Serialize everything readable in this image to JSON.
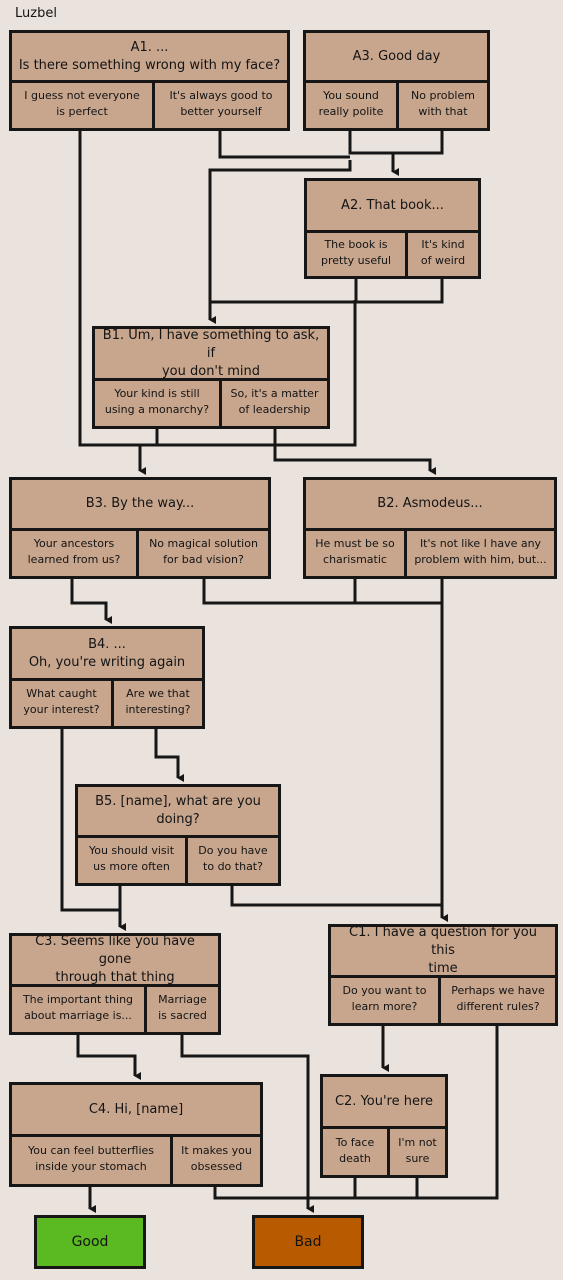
{
  "title": "Luzbel",
  "nodes": {
    "a1": {
      "q": "A1. ...\nIs there something wrong with my face?",
      "o1": "I guess not everyone\nis perfect",
      "o2": "It's always good to\nbetter yourself"
    },
    "a3": {
      "q": "A3. Good day",
      "o1": "You sound\nreally polite",
      "o2": "No problem\nwith that"
    },
    "a2": {
      "q": "A2. That book...",
      "o1": "The book is\npretty useful",
      "o2": "It's kind\nof weird"
    },
    "b1": {
      "q": "B1. Um, I have something to ask, if\nyou don't mind",
      "o1": "Your kind is still\nusing a monarchy?",
      "o2": "So, it's a matter\nof leadership"
    },
    "b3": {
      "q": "B3. By the way...",
      "o1": "Your ancestors\nlearned from us?",
      "o2": "No magical solution\nfor bad vision?"
    },
    "b2": {
      "q": "B2. Asmodeus...",
      "o1": "He must be so\ncharismatic",
      "o2": "It's not like I have any\nproblem with him, but..."
    },
    "b4": {
      "q": "B4. ...\nOh, you're writing again",
      "o1": "What caught\nyour interest?",
      "o2": "Are we that\ninteresting?"
    },
    "b5": {
      "q": "B5. [name], what are you\ndoing?",
      "o1": "You should visit\nus more often",
      "o2": "Do you have\nto do that?"
    },
    "c3": {
      "q": "C3. Seems like you have gone\nthrough that thing",
      "o1": "The important thing\nabout marriage is...",
      "o2": "Marriage\nis sacred"
    },
    "c1": {
      "q": "C1. I have a question for you this\ntime",
      "o1": "Do you want to\nlearn more?",
      "o2": "Perhaps we have\ndifferent rules?"
    },
    "c2": {
      "q": "C2. You're here",
      "o1": "To face\ndeath",
      "o2": "I'm not\nsure"
    },
    "c4": {
      "q": "C4. Hi, [name]",
      "o1": "You can feel butterflies\ninside your stomach",
      "o2": "It makes you\nobsessed"
    }
  },
  "endings": {
    "good": "Good",
    "bad": "Bad"
  },
  "colors": {
    "box": "#c8a68e",
    "good": "#5bba21",
    "bad": "#b85a00",
    "line": "#161616",
    "background": "#eae2dc"
  }
}
